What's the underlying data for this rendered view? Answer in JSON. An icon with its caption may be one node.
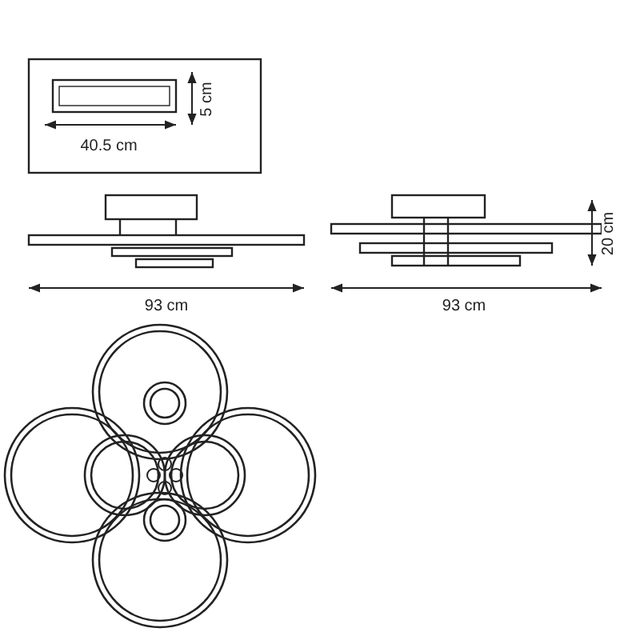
{
  "diagram": {
    "labels": [
      "5 cm",
      "40.5 cm",
      "93 cm",
      "93 cm",
      "20 cm"
    ]
  }
}
